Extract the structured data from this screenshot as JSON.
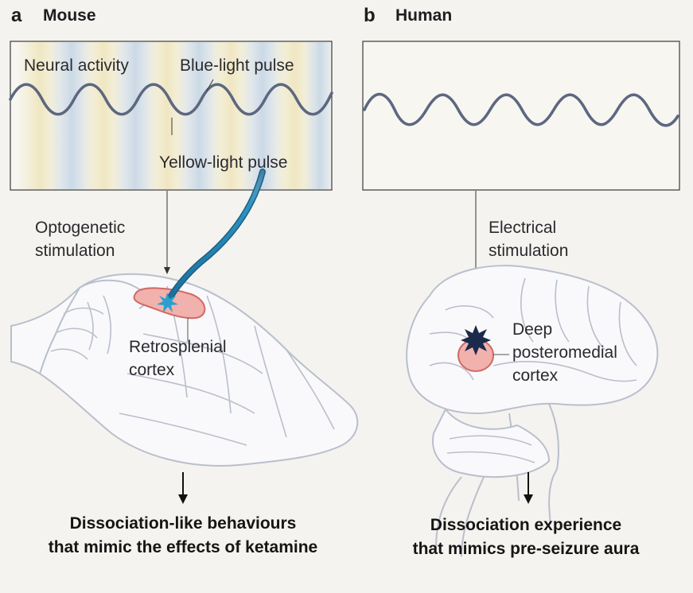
{
  "panel_a": {
    "letter": "a",
    "title": "Mouse",
    "wave_labels": {
      "neural": "Neural activity",
      "blue": "Blue-light pulse",
      "yellow": "Yellow-light pulse"
    },
    "stimulation": [
      "Optogenetic",
      "stimulation"
    ],
    "region": [
      "Retrosplenial",
      "cortex"
    ],
    "outcome": [
      "Dissociation-like behaviours",
      "that mimic the effects of ketamine"
    ]
  },
  "panel_b": {
    "letter": "b",
    "title": "Human",
    "stimulation": [
      "Electrical",
      "stimulation"
    ],
    "region": [
      "Deep",
      "posteromedial",
      "cortex"
    ],
    "outcome": [
      "Dissociation experience",
      "that mimics pre-seizure aura"
    ]
  },
  "colors": {
    "background": "#f5f3ef",
    "wave": "#5d6780",
    "blue_pulse": "#c9d8e6",
    "yellow_pulse": "#efe6bf",
    "fiber": "#1f7ea6",
    "region_fill": "#f1b1ad",
    "region_stroke": "#d06a66",
    "brain_outline": "#b9bfcc",
    "star_human": "#1b2a4a",
    "star_mouse": "#2aa0cf"
  }
}
